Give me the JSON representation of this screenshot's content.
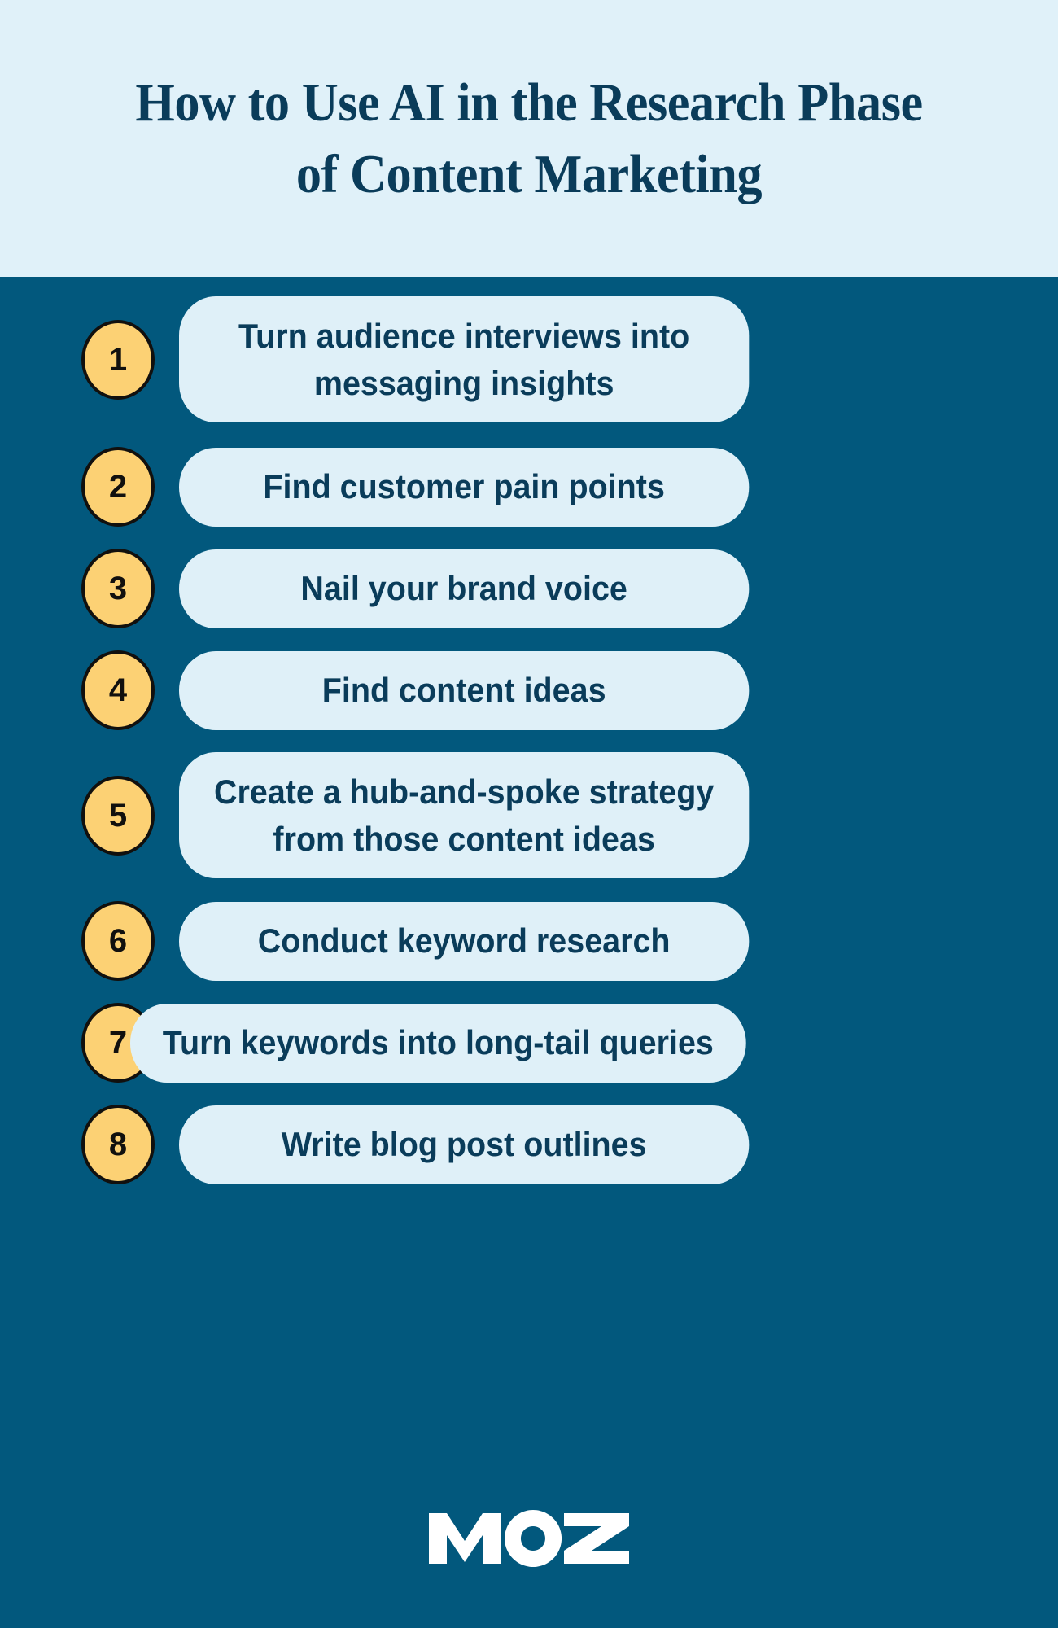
{
  "header": {
    "title": "How to Use AI in the Research Phase of Content Marketing"
  },
  "colors": {
    "background": "#02587D",
    "header_background": "#E0F1F9",
    "pill_background": "#DFF0F8",
    "badge_fill": "#FCD174",
    "badge_outline": "#11100E",
    "text_navy": "#0A3C5A",
    "logo_white": "#FFFFFF"
  },
  "steps": [
    {
      "number": "1",
      "label": "Turn audience interviews into messaging insights"
    },
    {
      "number": "2",
      "label": "Find customer pain points"
    },
    {
      "number": "3",
      "label": "Nail your brand voice"
    },
    {
      "number": "4",
      "label": "Find content ideas"
    },
    {
      "number": "5",
      "label": "Create a hub-and-spoke strategy from those content ideas"
    },
    {
      "number": "6",
      "label": "Conduct keyword research"
    },
    {
      "number": "7",
      "label": "Turn keywords into long-tail queries"
    },
    {
      "number": "8",
      "label": "Write blog post outlines"
    }
  ],
  "footer": {
    "logo_text": "MOZ",
    "logo_name": "moz-logo"
  }
}
